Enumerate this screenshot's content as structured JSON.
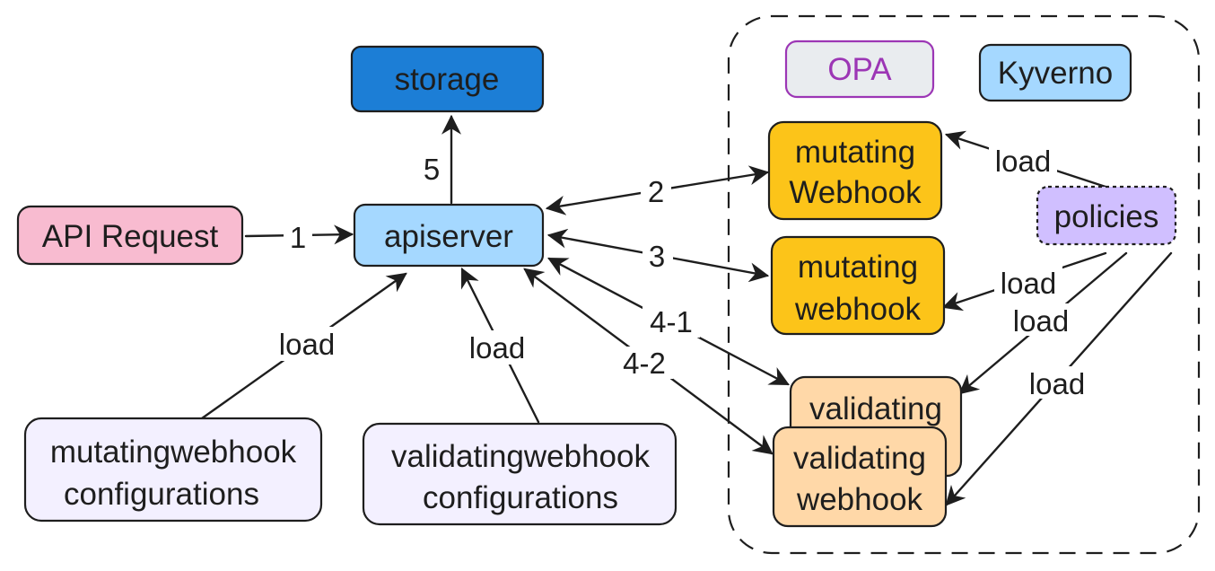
{
  "nodes": {
    "storage": "storage",
    "apiserver": "apiserver",
    "api_request": "API Request",
    "opa": "OPA",
    "kyverno": "Kyverno",
    "mutating_webhook_1": [
      "mutating",
      "Webhook"
    ],
    "mutating_webhook_2": [
      "mutating",
      "webhook"
    ],
    "validating_1": "validating",
    "validating_webhook_2": [
      "validating",
      "webhook"
    ],
    "policies": "policies",
    "mutatingwebhook_configurations": [
      "mutatingwebhook",
      "configurations"
    ],
    "validatingwebhook_configurations": [
      "validatingwebhook",
      "configurations"
    ]
  },
  "edges": {
    "e1": "1",
    "e2": "2",
    "e3": "3",
    "e4_1": "4-1",
    "e4_2": "4-2",
    "e5": "5",
    "load_mutating_config": "load",
    "load_validating_config": "load",
    "load_policy_mutating_1": "load",
    "load_policy_mutating_2": "load",
    "load_policy_validating_1": "load",
    "load_policy_validating_2": "load"
  },
  "colors": {
    "storage": "#1c7ed6",
    "apiserver": "#a5d8ff",
    "api_request": "#f8bbd0",
    "opa_fill": "#e9ecef",
    "opa_stroke": "#9c36b5",
    "opa_text": "#9c36b5",
    "kyverno": "#a5d8ff",
    "mutating": "#fcc419",
    "validating": "#ffd8a8",
    "policies": "#d0bfff",
    "configs": "#f3f0ff",
    "stroke": "#1e1e1e"
  }
}
